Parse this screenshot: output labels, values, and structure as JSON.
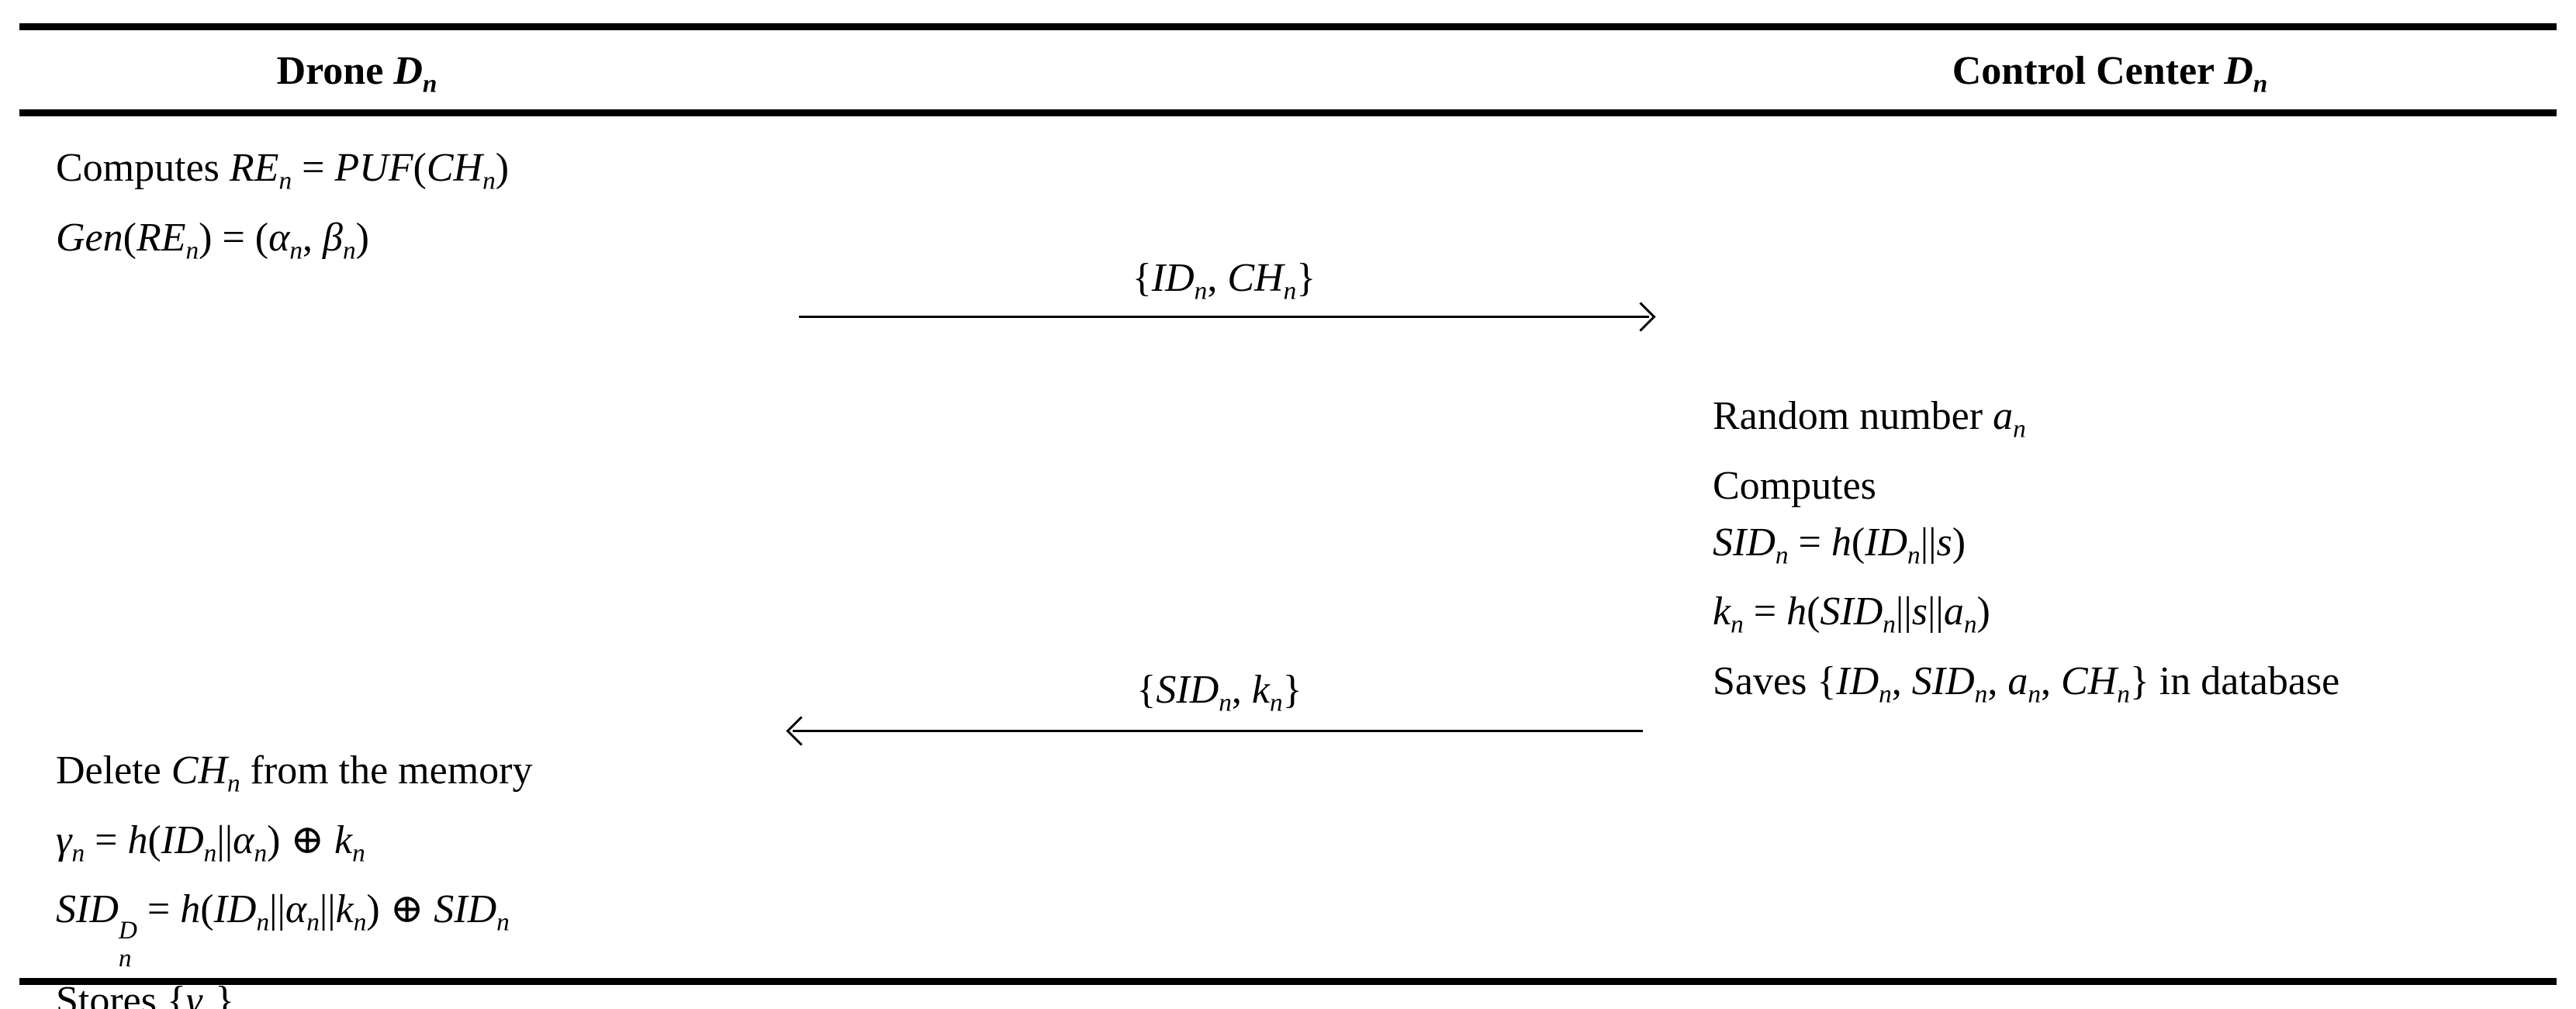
{
  "figure": {
    "type": "protocol-sequence-diagram",
    "phase": "drone registration",
    "colors": {
      "background": "#ffffff",
      "text": "#000000",
      "rule": "#000000",
      "arrow": "#000000"
    }
  },
  "header": {
    "left": {
      "plain": "Drone D_n",
      "segs": [
        [
          "r",
          "Drone "
        ],
        [
          "i",
          "D"
        ],
        [
          "sub",
          "n"
        ]
      ]
    },
    "right": {
      "plain": "Control Center D_n",
      "segs": [
        [
          "r",
          "Control Center "
        ],
        [
          "i",
          "D"
        ],
        [
          "sub",
          "n"
        ]
      ]
    }
  },
  "blocks": {
    "drone_setup": {
      "lines": [
        {
          "plain": "Computes RE_n = PUF(CH_n)",
          "segs": [
            [
              "r",
              "Computes "
            ],
            [
              "i",
              "RE"
            ],
            [
              "sub",
              "n"
            ],
            [
              "r",
              " = "
            ],
            [
              "i",
              "PUF"
            ],
            [
              "r",
              "("
            ],
            [
              "i",
              "CH"
            ],
            [
              "sub",
              "n"
            ],
            [
              "r",
              ")"
            ]
          ]
        },
        {
          "plain": "Gen(RE_n) = (α_n, β_n)",
          "segs": [
            [
              "i",
              "Gen"
            ],
            [
              "r",
              "("
            ],
            [
              "i",
              "RE"
            ],
            [
              "sub",
              "n"
            ],
            [
              "r",
              ") = ("
            ],
            [
              "i",
              "α"
            ],
            [
              "sub",
              "n"
            ],
            [
              "r",
              ", "
            ],
            [
              "i",
              "β"
            ],
            [
              "sub",
              "n"
            ],
            [
              "r",
              ")"
            ]
          ]
        }
      ]
    },
    "message1": {
      "direction": "right",
      "plain": "{ID_n, CH_n}",
      "label_segs": [
        [
          "r",
          "{"
        ],
        [
          "i",
          "ID"
        ],
        [
          "sub",
          "n"
        ],
        [
          "r",
          ", "
        ],
        [
          "i",
          "CH"
        ],
        [
          "sub",
          "n"
        ],
        [
          "r",
          "}"
        ]
      ]
    },
    "control_center": {
      "lines": [
        {
          "plain": "Random number a_n",
          "segs": [
            [
              "r",
              "Random number "
            ],
            [
              "i",
              "a"
            ],
            [
              "sub",
              "n"
            ]
          ]
        },
        {
          "plain": "Computes",
          "segs": [
            [
              "r",
              "Computes"
            ]
          ]
        },
        {
          "plain": "SID_n = h(ID_n||s)",
          "segs": [
            [
              "i",
              "SID"
            ],
            [
              "sub",
              "n"
            ],
            [
              "r",
              " = "
            ],
            [
              "i",
              "h"
            ],
            [
              "r",
              "("
            ],
            [
              "i",
              "ID"
            ],
            [
              "sub",
              "n"
            ],
            [
              "r",
              "||"
            ],
            [
              "i",
              "s"
            ],
            [
              "r",
              ")"
            ]
          ]
        },
        {
          "plain": "k_n = h(SID_n||s||a_n)",
          "segs": [
            [
              "i",
              "k"
            ],
            [
              "sub",
              "n"
            ],
            [
              "r",
              " = "
            ],
            [
              "i",
              "h"
            ],
            [
              "r",
              "("
            ],
            [
              "i",
              "SID"
            ],
            [
              "sub",
              "n"
            ],
            [
              "r",
              "||"
            ],
            [
              "i",
              "s"
            ],
            [
              "r",
              "||"
            ],
            [
              "i",
              "a"
            ],
            [
              "sub",
              "n"
            ],
            [
              "r",
              ")"
            ]
          ]
        },
        {
          "plain": "Saves {ID_n, SID_n, a_n, CH_n} in database",
          "segs": [
            [
              "r",
              "Saves {"
            ],
            [
              "i",
              "ID"
            ],
            [
              "sub",
              "n"
            ],
            [
              "r",
              ", "
            ],
            [
              "i",
              "SID"
            ],
            [
              "sub",
              "n"
            ],
            [
              "r",
              ", "
            ],
            [
              "i",
              "a"
            ],
            [
              "sub",
              "n"
            ],
            [
              "r",
              ", "
            ],
            [
              "i",
              "CH"
            ],
            [
              "sub",
              "n"
            ],
            [
              "r",
              "} in database"
            ]
          ]
        }
      ]
    },
    "message2": {
      "direction": "left",
      "plain": "{SID_n, k_n}",
      "label_segs": [
        [
          "r",
          "{"
        ],
        [
          "i",
          "SID"
        ],
        [
          "sub",
          "n"
        ],
        [
          "r",
          ", "
        ],
        [
          "i",
          "k"
        ],
        [
          "sub",
          "n"
        ],
        [
          "r",
          "}"
        ]
      ]
    },
    "drone_final": {
      "lines": [
        {
          "plain": "Delete CH_n from the memory",
          "segs": [
            [
              "r",
              "Delete "
            ],
            [
              "i",
              "CH"
            ],
            [
              "sub",
              "n"
            ],
            [
              "r",
              " from the memory"
            ]
          ]
        },
        {
          "plain": "γ_n = h(ID_n||α_n) ⊕ k_n",
          "segs": [
            [
              "i",
              "γ"
            ],
            [
              "sub",
              "n"
            ],
            [
              "r",
              " = "
            ],
            [
              "i",
              "h"
            ],
            [
              "r",
              "("
            ],
            [
              "i",
              "ID"
            ],
            [
              "sub",
              "n"
            ],
            [
              "r",
              "||"
            ],
            [
              "i",
              "α"
            ],
            [
              "sub",
              "n"
            ],
            [
              "r",
              ") ⊕ "
            ],
            [
              "i",
              "k"
            ],
            [
              "sub",
              "n"
            ]
          ]
        },
        {
          "plain": "SID_n^D = h(ID_n||α_n||k_n) ⊕ SID_n",
          "segs": [
            [
              "i",
              "SID"
            ],
            [
              "ss",
              "D",
              "n"
            ],
            [
              "r",
              " = "
            ],
            [
              "i",
              "h"
            ],
            [
              "r",
              "("
            ],
            [
              "i",
              "ID"
            ],
            [
              "sub",
              "n"
            ],
            [
              "r",
              "||"
            ],
            [
              "i",
              "α"
            ],
            [
              "sub",
              "n"
            ],
            [
              "r",
              "||"
            ],
            [
              "i",
              "k"
            ],
            [
              "sub",
              "n"
            ],
            [
              "r",
              ") ⊕ "
            ],
            [
              "i",
              "SID"
            ],
            [
              "sub",
              "n"
            ]
          ]
        },
        {
          "plain": "Stores {γ_n}",
          "segs": [
            [
              "r",
              "Stores {"
            ],
            [
              "i",
              "γ"
            ],
            [
              "sub",
              "n"
            ],
            [
              "r",
              "}"
            ]
          ]
        }
      ]
    }
  }
}
